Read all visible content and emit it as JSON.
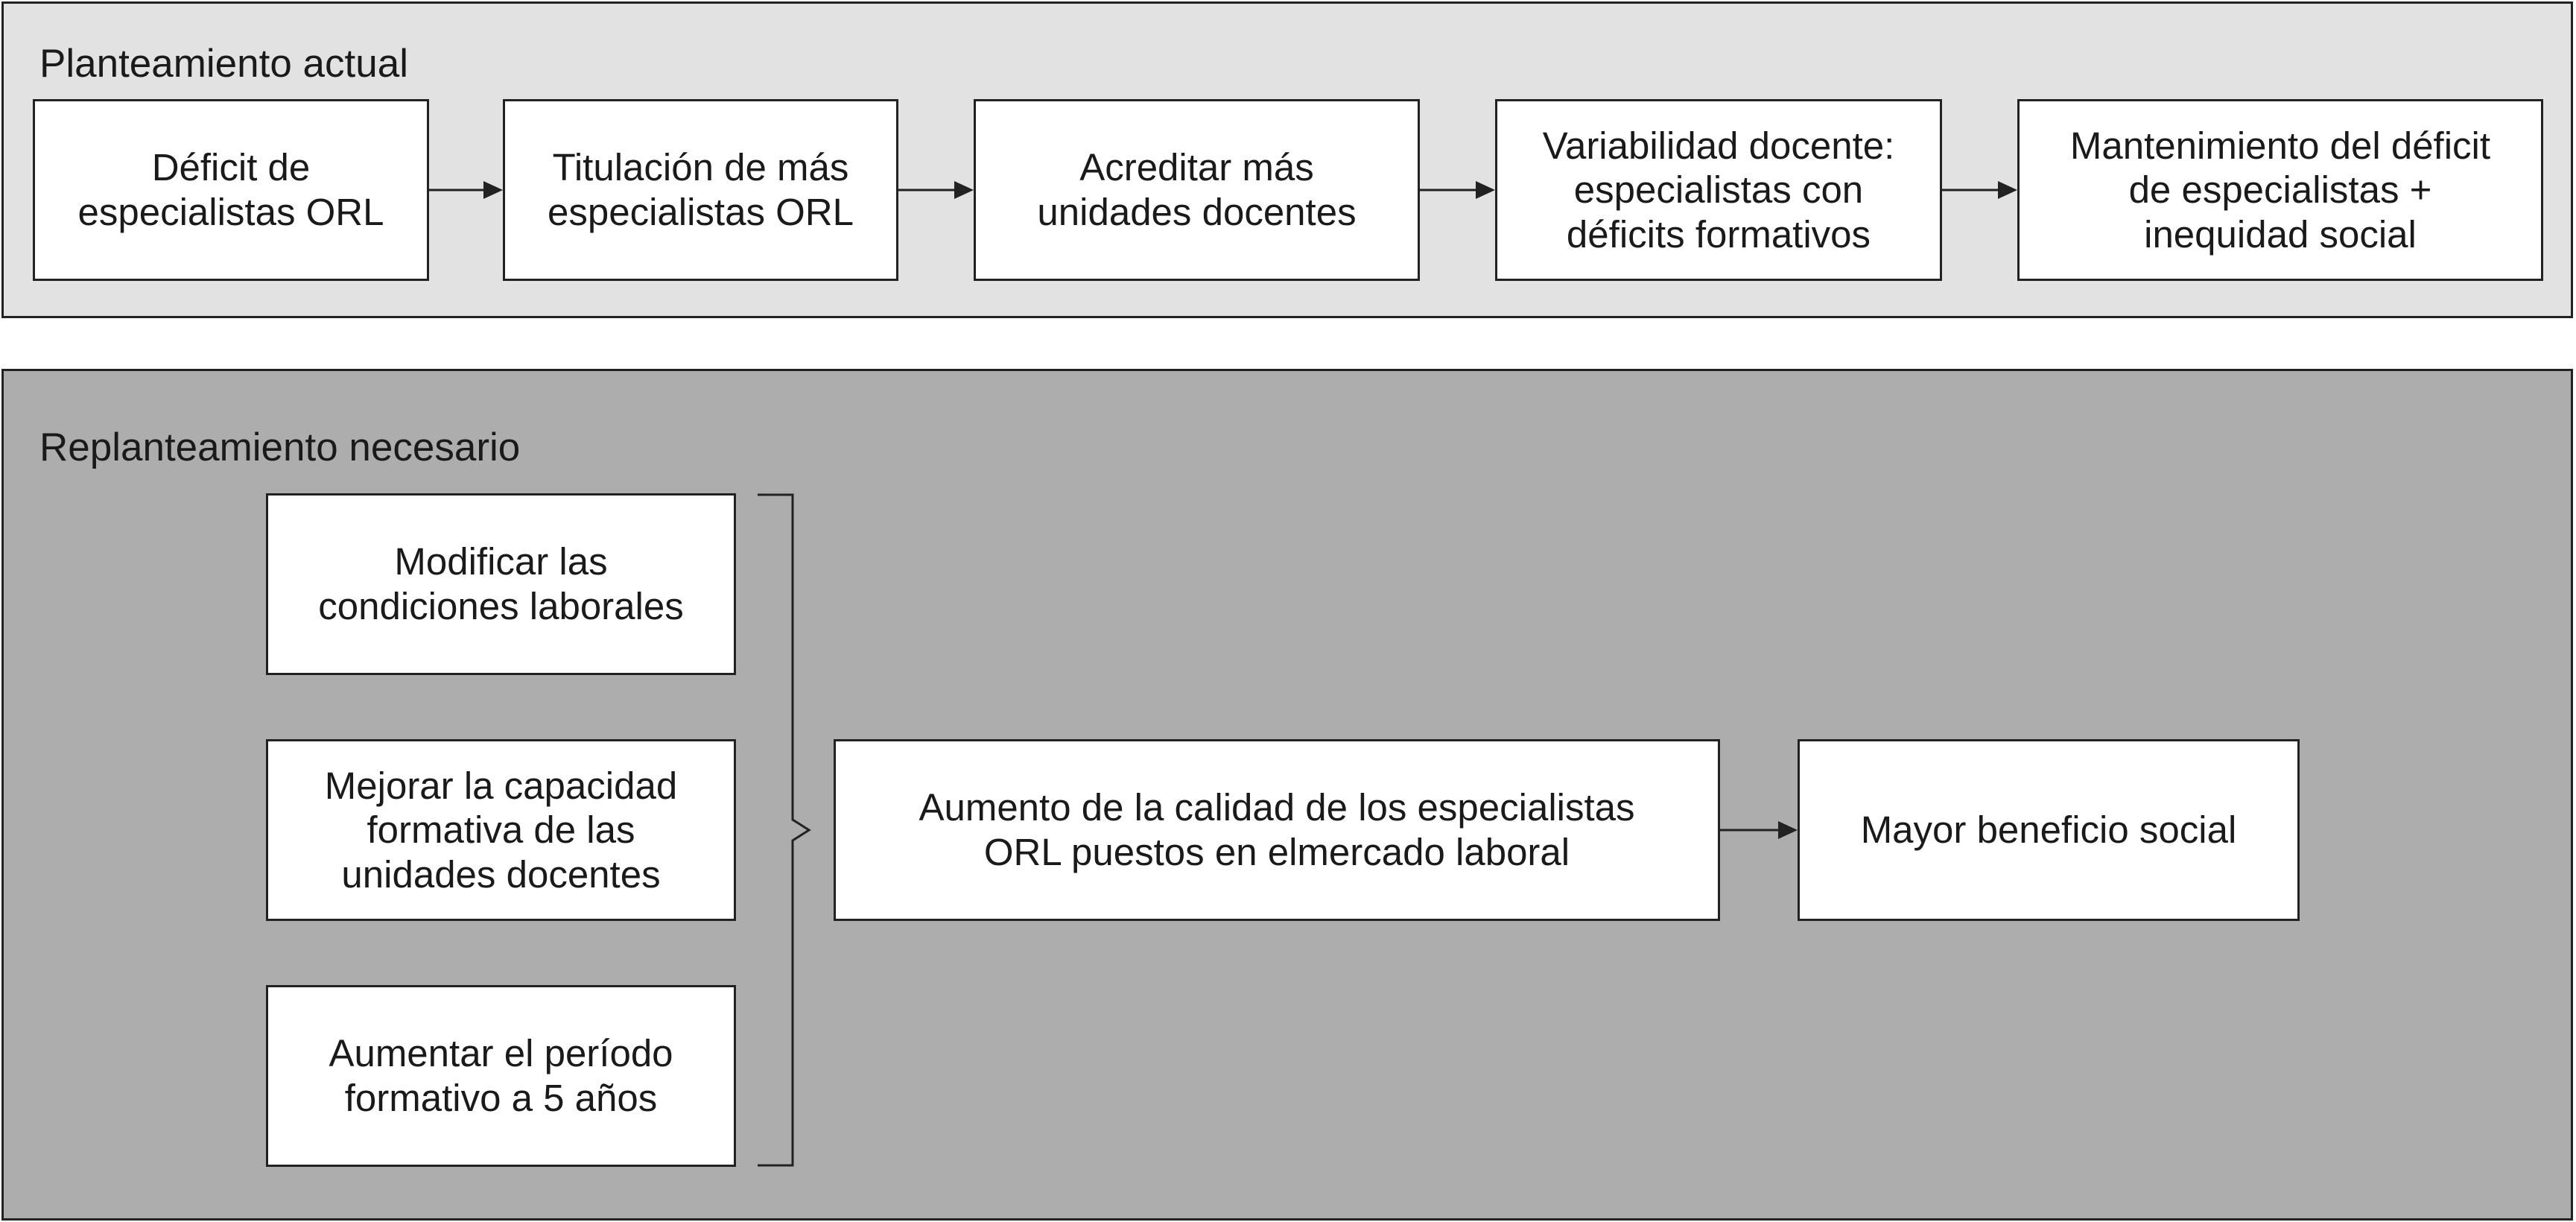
{
  "top_section": {
    "title": "Planteamiento actual",
    "steps": [
      "Déficit de\nespecialistas ORL",
      "Titulación de más\nespecialistas ORL",
      "Acreditar más\nunidades docentes",
      "Variabilidad docente:\nespecialistas con\ndéficits formativos",
      "Mantenimiento del déficit\nde especialistas +\ninequidad social"
    ]
  },
  "bottom_section": {
    "title": "Replanteamiento necesario",
    "inputs": [
      "Modificar las\ncondiciones laborales",
      "Mejorar la capacidad\nformativa de las\nunidades docentes",
      "Aumentar el período\nformativo a 5 años"
    ],
    "outcome": "Aumento de la calidad de los especialistas\nORL puestos en elmercado laboral",
    "result": "Mayor beneficio social"
  },
  "colors": {
    "top_panel_fill": "#e2e2e2",
    "bottom_panel_fill": "#adadad",
    "box_fill": "#ffffff",
    "stroke": "#222222"
  }
}
